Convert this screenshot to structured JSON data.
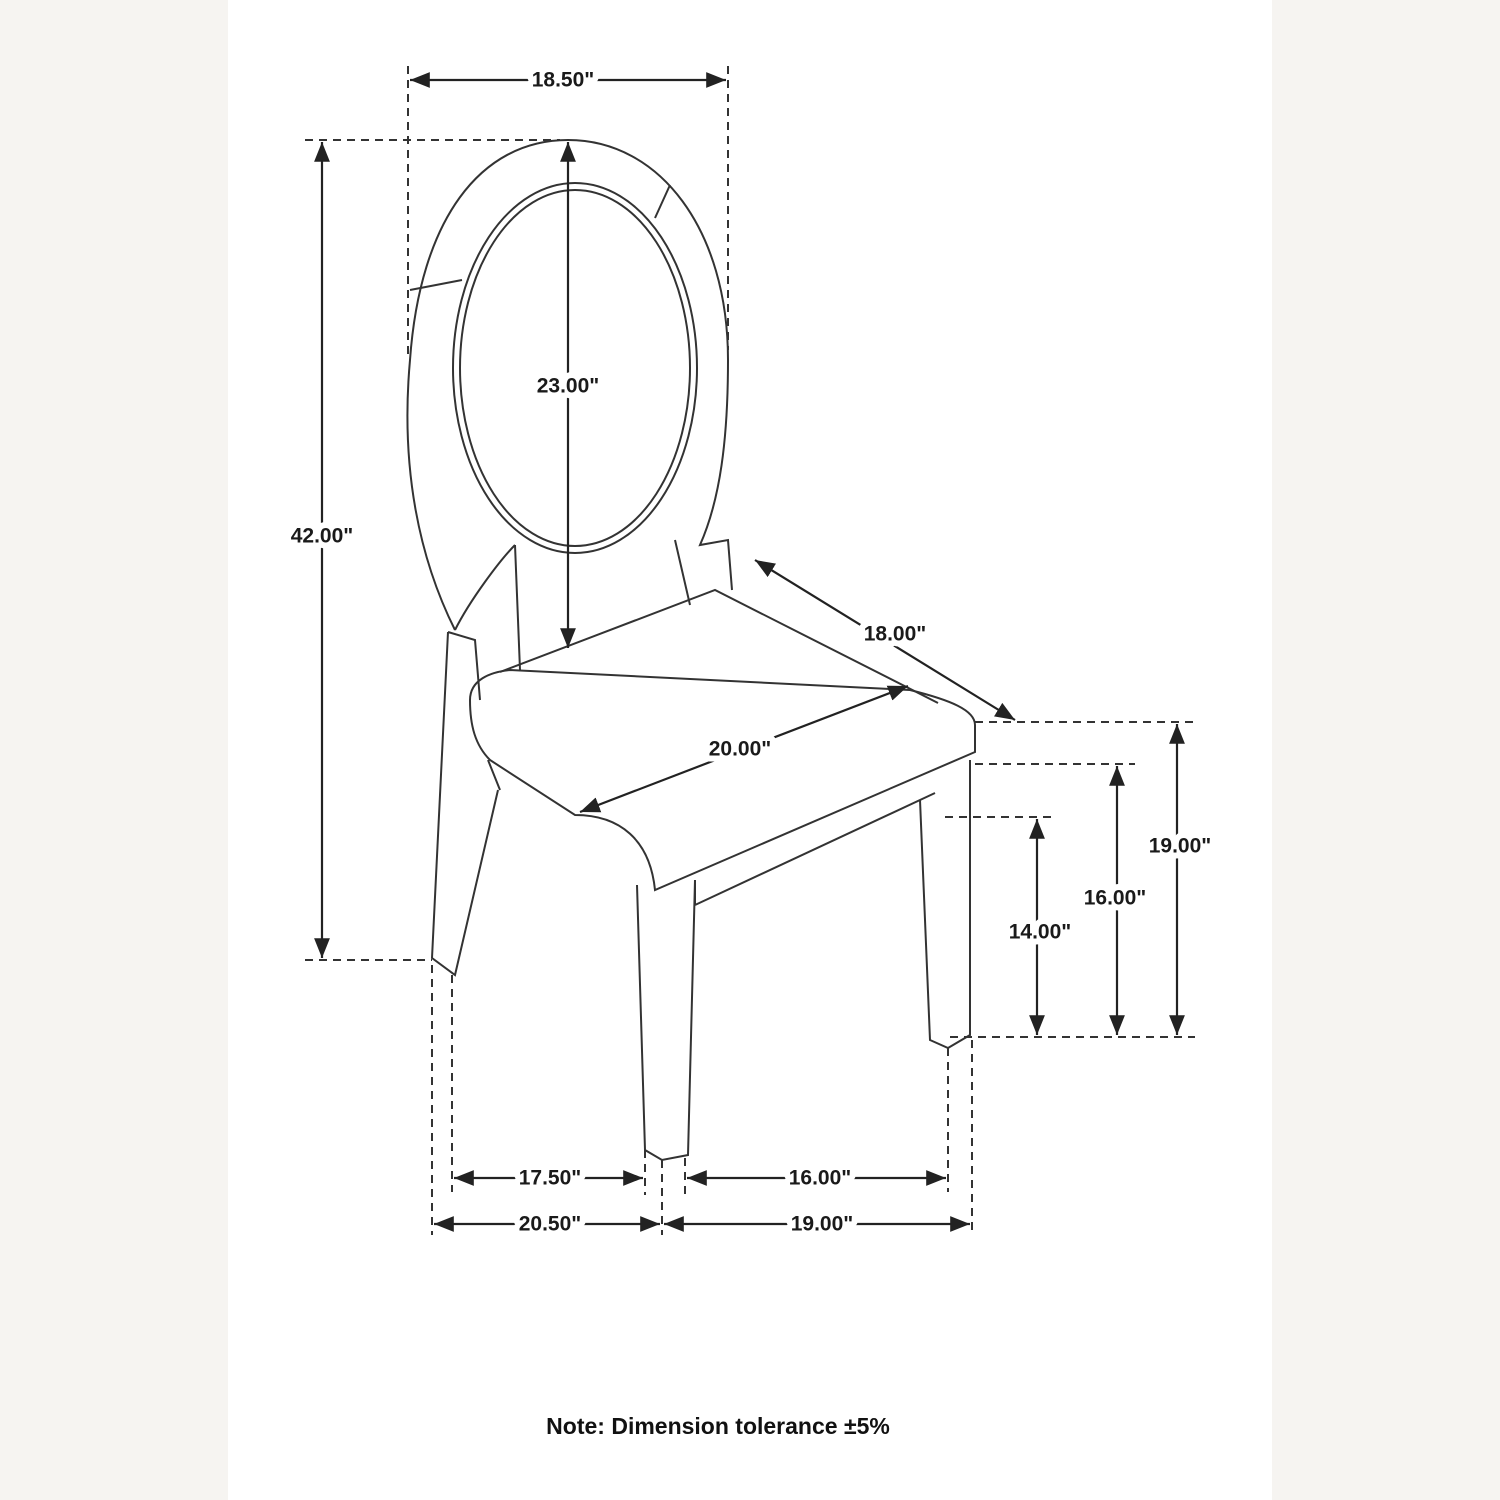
{
  "dimensions": {
    "back_width": "18.50\"",
    "overall_height": "42.00\"",
    "back_panel_height": "23.00\"",
    "seat_depth": "18.00\"",
    "seat_width": "20.00\"",
    "seat_height_top": "19.00\"",
    "seat_height_mid": "16.00\"",
    "apron_height": "14.00\"",
    "inner_leg_depth": "17.50\"",
    "inner_leg_width": "16.00\"",
    "overall_depth": "20.50\"",
    "overall_width": "19.00\""
  },
  "note": "Note: Dimension tolerance ±5%",
  "colors": {
    "line": "#333333",
    "page": "#ffffff",
    "margin": "#f6f4f1"
  }
}
